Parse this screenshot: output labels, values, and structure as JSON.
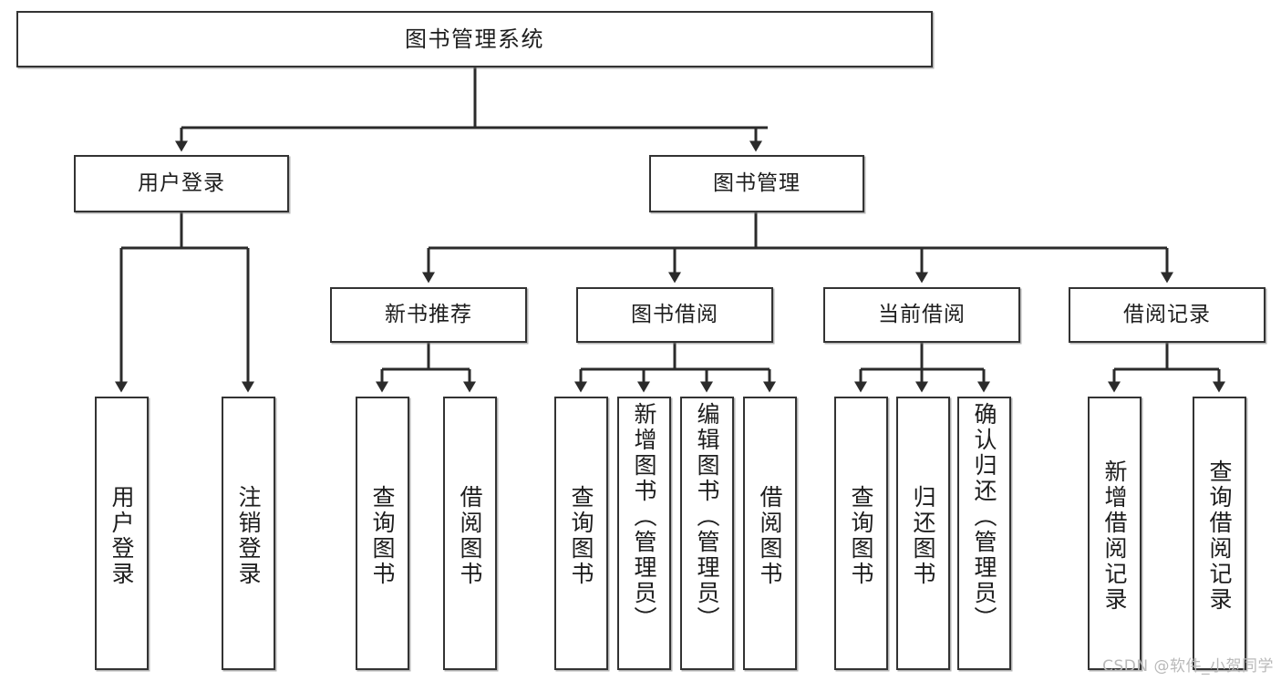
{
  "diagram": {
    "title": "图书管理系统",
    "type": "功能结构图",
    "watermark": "CSDN @软件_小贺同学"
  },
  "nodes": {
    "root": {
      "label": "图书管理系统"
    },
    "level2": [
      {
        "id": "user-login",
        "label": "用户登录"
      },
      {
        "id": "book-manage",
        "label": "图书管理"
      }
    ],
    "level3": [
      {
        "id": "new-book-recommend",
        "label": "新书推荐"
      },
      {
        "id": "book-borrow",
        "label": "图书借阅"
      },
      {
        "id": "current-borrow",
        "label": "当前借阅"
      },
      {
        "id": "borrow-record",
        "label": "借阅记录"
      }
    ],
    "leaves": {
      "user-login": [
        {
          "id": "leaf-user-login",
          "label": "用户登录"
        },
        {
          "id": "leaf-logout-login",
          "label": "注销登录"
        }
      ],
      "new-book-recommend": [
        {
          "id": "leaf-query-book-1",
          "label": "查询图书"
        },
        {
          "id": "leaf-borrow-book-1",
          "label": "借阅图书"
        }
      ],
      "book-borrow": [
        {
          "id": "leaf-query-book-2",
          "label": "查询图书"
        },
        {
          "id": "leaf-add-book",
          "label": "新增图书（管理员）"
        },
        {
          "id": "leaf-edit-book",
          "label": "编辑图书（管理员）"
        },
        {
          "id": "leaf-borrow-book-2",
          "label": "借阅图书"
        }
      ],
      "current-borrow": [
        {
          "id": "leaf-query-book-3",
          "label": "查询图书"
        },
        {
          "id": "leaf-return-book",
          "label": "归还图书"
        },
        {
          "id": "leaf-confirm-return",
          "label": "确认归还（管理员）"
        }
      ],
      "borrow-record": [
        {
          "id": "leaf-add-record",
          "label": "新增借阅记录"
        },
        {
          "id": "leaf-query-record",
          "label": "查询借阅记录"
        }
      ]
    }
  },
  "colors": {
    "box_border": "#333333",
    "box_fill": "#ffffff",
    "connector": "#2b2b2b",
    "text": "#1d1d1d",
    "watermark": "#b9b9b9",
    "background": "#ffffff"
  }
}
